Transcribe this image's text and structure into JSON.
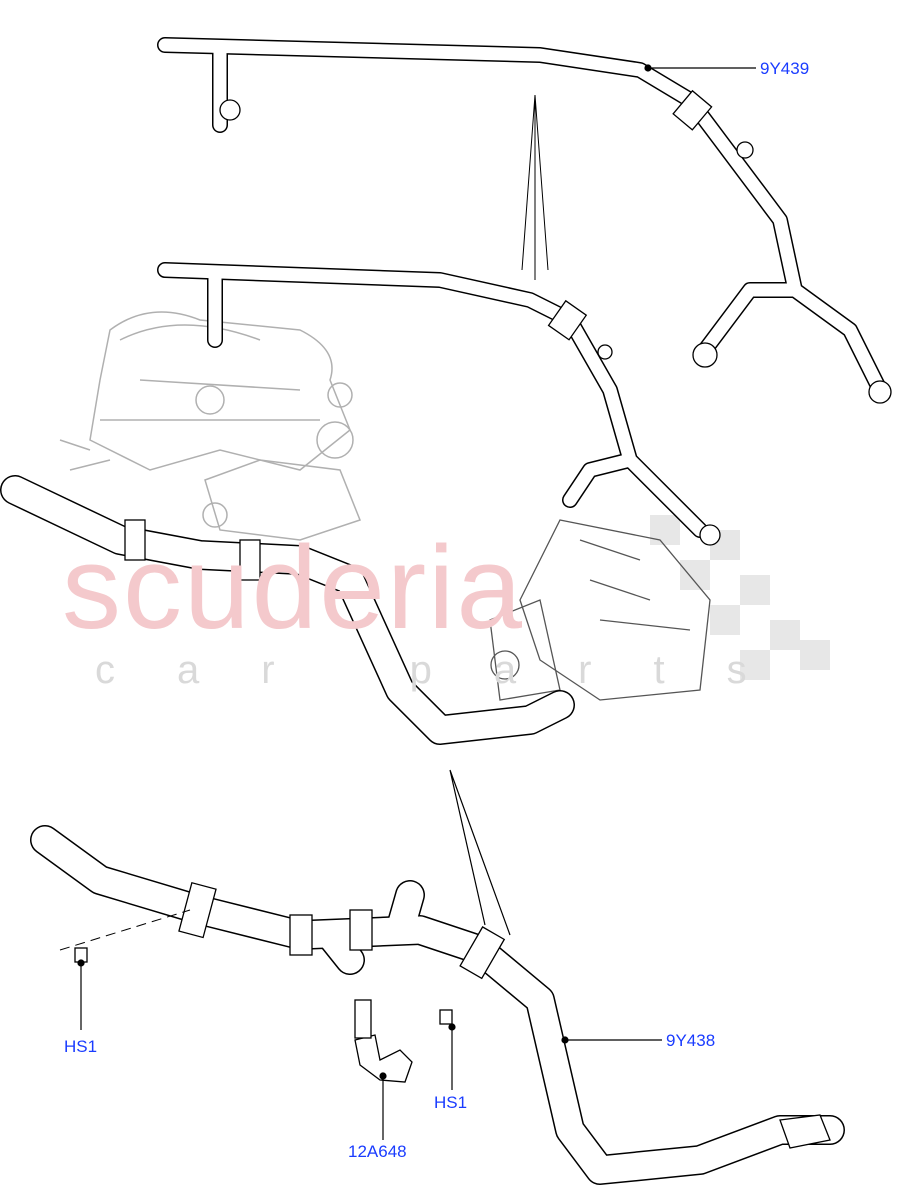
{
  "watermark": {
    "brand": "scuderia",
    "sub": "car parts"
  },
  "callouts": [
    {
      "part": "9Y439"
    },
    {
      "part": "9Y438"
    },
    {
      "part": "HS1"
    },
    {
      "part": "HS1"
    },
    {
      "part": "12A648"
    }
  ],
  "colors": {
    "label": "#1a3cff",
    "line": "#000000",
    "engine": "#b0b0b0",
    "watermark": "#f4c9cc"
  }
}
